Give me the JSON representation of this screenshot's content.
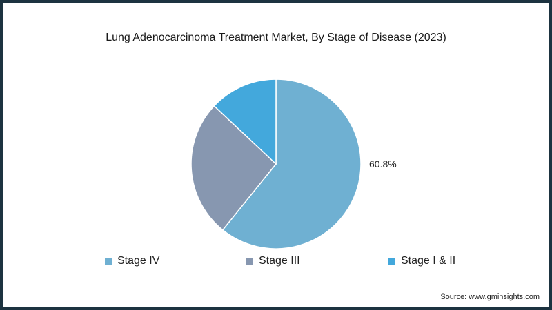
{
  "chart_data": {
    "type": "pie",
    "title": "Lung Adenocarcinoma Treatment Market, By Stage of Disease (2023)",
    "categories": [
      "Stage IV",
      "Stage III",
      "Stage I & II"
    ],
    "values": [
      60.8,
      26.2,
      13.0
    ],
    "colors": [
      "#6fb0d2",
      "#8797b0",
      "#43a8dc"
    ],
    "data_labels": [
      "60.8%",
      "",
      ""
    ],
    "legend_position": "bottom"
  },
  "source": "Source: www.gminsights.com"
}
